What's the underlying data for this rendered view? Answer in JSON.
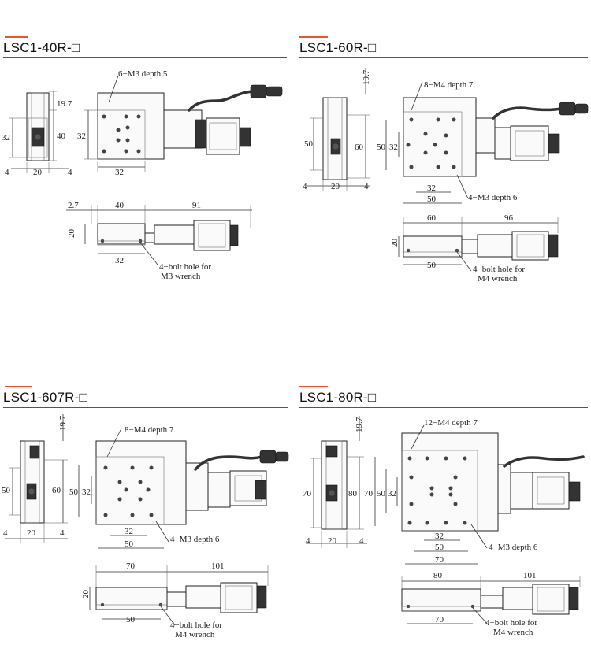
{
  "colors": {
    "accent": "#e8552d",
    "line": "#333333"
  },
  "models": [
    {
      "title": "LSC1-40R-□",
      "side": {
        "height": "32",
        "height2": "40",
        "top": "19.7",
        "w_left": "4",
        "w_mid": "20",
        "w_right": "4"
      },
      "top_view": {
        "height": "32",
        "width": "32",
        "tap_label": "6−M3 depth 5"
      },
      "front_view": {
        "offset": "2.7",
        "width": "40",
        "length": "91",
        "height": "20",
        "pitch": "32",
        "hole_label_1": "4−bolt hole for",
        "hole_label_2": "M3 wrench"
      }
    },
    {
      "title": "LSC1-60R-□",
      "side": {
        "height": "50",
        "height2": "60",
        "top": "19.7",
        "w_left": "4",
        "w_mid": "20",
        "w_right": "4"
      },
      "top_view": {
        "height": "50",
        "height_inner": "32",
        "width_inner": "32",
        "width": "50",
        "tap_label": "8−M4 depth 7",
        "tap_label_2": "4−M3 depth 6"
      },
      "front_view": {
        "width": "60",
        "length": "96",
        "height": "20",
        "pitch": "50",
        "hole_label_1": "4−bolt hole for",
        "hole_label_2": "M4 wrench"
      }
    },
    {
      "title": "LSC1-607R-□",
      "side": {
        "height": "50",
        "height2": "60",
        "top": "19.7",
        "w_left": "4",
        "w_mid": "20",
        "w_right": "4"
      },
      "top_view": {
        "height": "50",
        "height_inner": "32",
        "width_inner": "32",
        "width": "50",
        "tap_label": "8−M4 depth 7",
        "tap_label_2": "4−M3 depth 6"
      },
      "front_view": {
        "width": "70",
        "length": "101",
        "height": "20",
        "pitch": "50",
        "hole_label_1": "4−bolt hole for",
        "hole_label_2": "M4 wrench"
      }
    },
    {
      "title": "LSC1-80R-□",
      "side": {
        "height": "70",
        "height2": "80",
        "top": "19.7",
        "w_left": "4",
        "w_mid": "20",
        "w_right": "4"
      },
      "top_view": {
        "height": "70",
        "height_inner": "32",
        "height_inner2": "50",
        "width_inner": "32",
        "width_mid": "50",
        "width": "70",
        "tap_label": "12−M4 depth 7",
        "tap_label_2": "4−M3 depth 6"
      },
      "front_view": {
        "width": "80",
        "length": "101",
        "height": "20",
        "pitch": "70",
        "hole_label_1": "4−bolt hole for",
        "hole_label_2": "M4 wrench"
      }
    }
  ]
}
